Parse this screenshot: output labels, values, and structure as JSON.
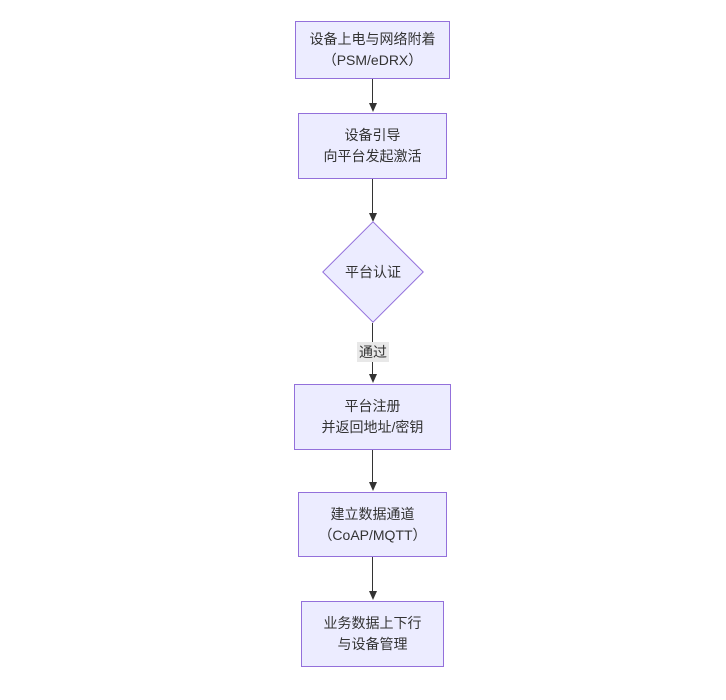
{
  "diagram": {
    "type": "flowchart",
    "direction": "top-down",
    "colors": {
      "canvas_bg": "#ffffff",
      "node_fill": "#ECECFF",
      "node_border": "#9370DB",
      "edge_color": "#333333",
      "text_color": "#333333",
      "edge_label_bg": "#e8e8e8"
    },
    "nodes": [
      {
        "id": "power-attach",
        "shape": "rect",
        "line1": "设备上电与网络附着",
        "line2": "（PSM/eDRX）"
      },
      {
        "id": "bootstrap",
        "shape": "rect",
        "line1": "设备引导",
        "line2": "向平台发起激活"
      },
      {
        "id": "platform-auth",
        "shape": "diamond",
        "line1": "平台认证",
        "line2": ""
      },
      {
        "id": "platform-register",
        "shape": "rect",
        "line1": "平台注册",
        "line2": "并返回地址/密钥"
      },
      {
        "id": "data-channel",
        "shape": "rect",
        "line1": "建立数据通道",
        "line2": "（CoAP/MQTT）"
      },
      {
        "id": "business-data",
        "shape": "rect",
        "line1": "业务数据上下行",
        "line2": "与设备管理"
      }
    ],
    "edges": [
      {
        "from": "power-attach",
        "to": "bootstrap",
        "label": ""
      },
      {
        "from": "bootstrap",
        "to": "platform-auth",
        "label": ""
      },
      {
        "from": "platform-auth",
        "to": "platform-register",
        "label": "通过"
      },
      {
        "from": "platform-register",
        "to": "data-channel",
        "label": ""
      },
      {
        "from": "data-channel",
        "to": "business-data",
        "label": ""
      }
    ]
  }
}
